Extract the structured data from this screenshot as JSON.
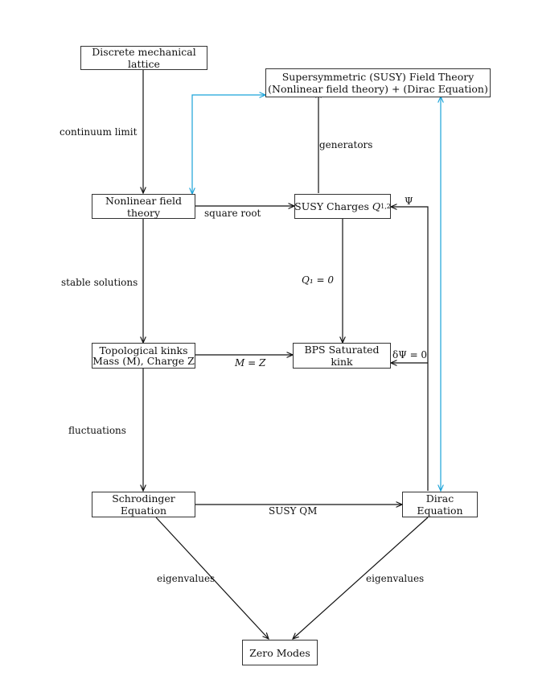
{
  "nodes": {
    "lattice": "Discrete mechanical lattice",
    "susy_theory_line1": "Supersymmetric (SUSY) Field Theory",
    "susy_theory_line2": "(Nonlinear field theory) + (Dirac Equation)",
    "nonlinear": "Nonlinear field theory",
    "charges_prefix": "SUSY Charges ",
    "charges_symbol": "Q",
    "charges_sub": "1,2",
    "kinks_line1": "Topological kinks",
    "kinks_line2": "Mass (M), Charge Z",
    "bps": "BPS Saturated kink",
    "schrodinger": "Schrodinger Equation",
    "dirac": "Dirac Equation",
    "zero_modes": "Zero Modes"
  },
  "edges": {
    "continuum": "continuum limit",
    "generators": "generators",
    "square_root": "square root",
    "psi": "Ψ",
    "stable": "stable solutions",
    "q1_zero": "Q₁ = 0",
    "m_eq_z": "M = Z",
    "delta_psi": "δΨ = 0",
    "fluctuations": "fluctuations",
    "susy_qm": "SUSY QM",
    "eigen_left": "eigenvalues",
    "eigen_right": "eigenvalues"
  },
  "colors": {
    "line": "#111111",
    "link": "#1aa3d9"
  }
}
